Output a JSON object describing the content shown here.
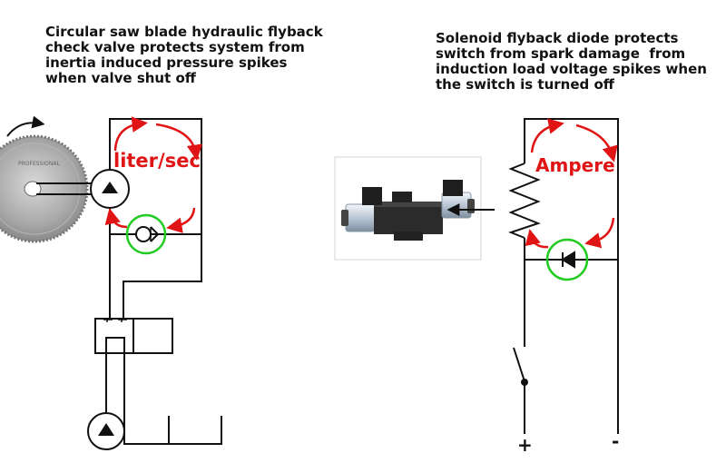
{
  "left": {
    "caption": "Circular saw blade hydraulic flyback\ncheck valve protects system from\ninertia induced pressure spikes\nwhen valve shut off",
    "flow_label": "liter/sec"
  },
  "right": {
    "caption": "Solenoid flyback diode protects\nswitch from spark damage  from\ninduction load voltage spikes when\nthe switch is turned off",
    "current_label": "Ampere",
    "plus_sign": "+",
    "minus_sign": "-"
  },
  "colors": {
    "line": "#111111",
    "flow_arrow": "#e01414",
    "highlight_circle": "#22cc22"
  },
  "icons": [
    "saw-blade-icon",
    "hydraulic-motor-icon",
    "check-valve-icon",
    "pump-icon",
    "solenoid-valve-photo",
    "coil-icon",
    "diode-icon",
    "switch-icon"
  ]
}
